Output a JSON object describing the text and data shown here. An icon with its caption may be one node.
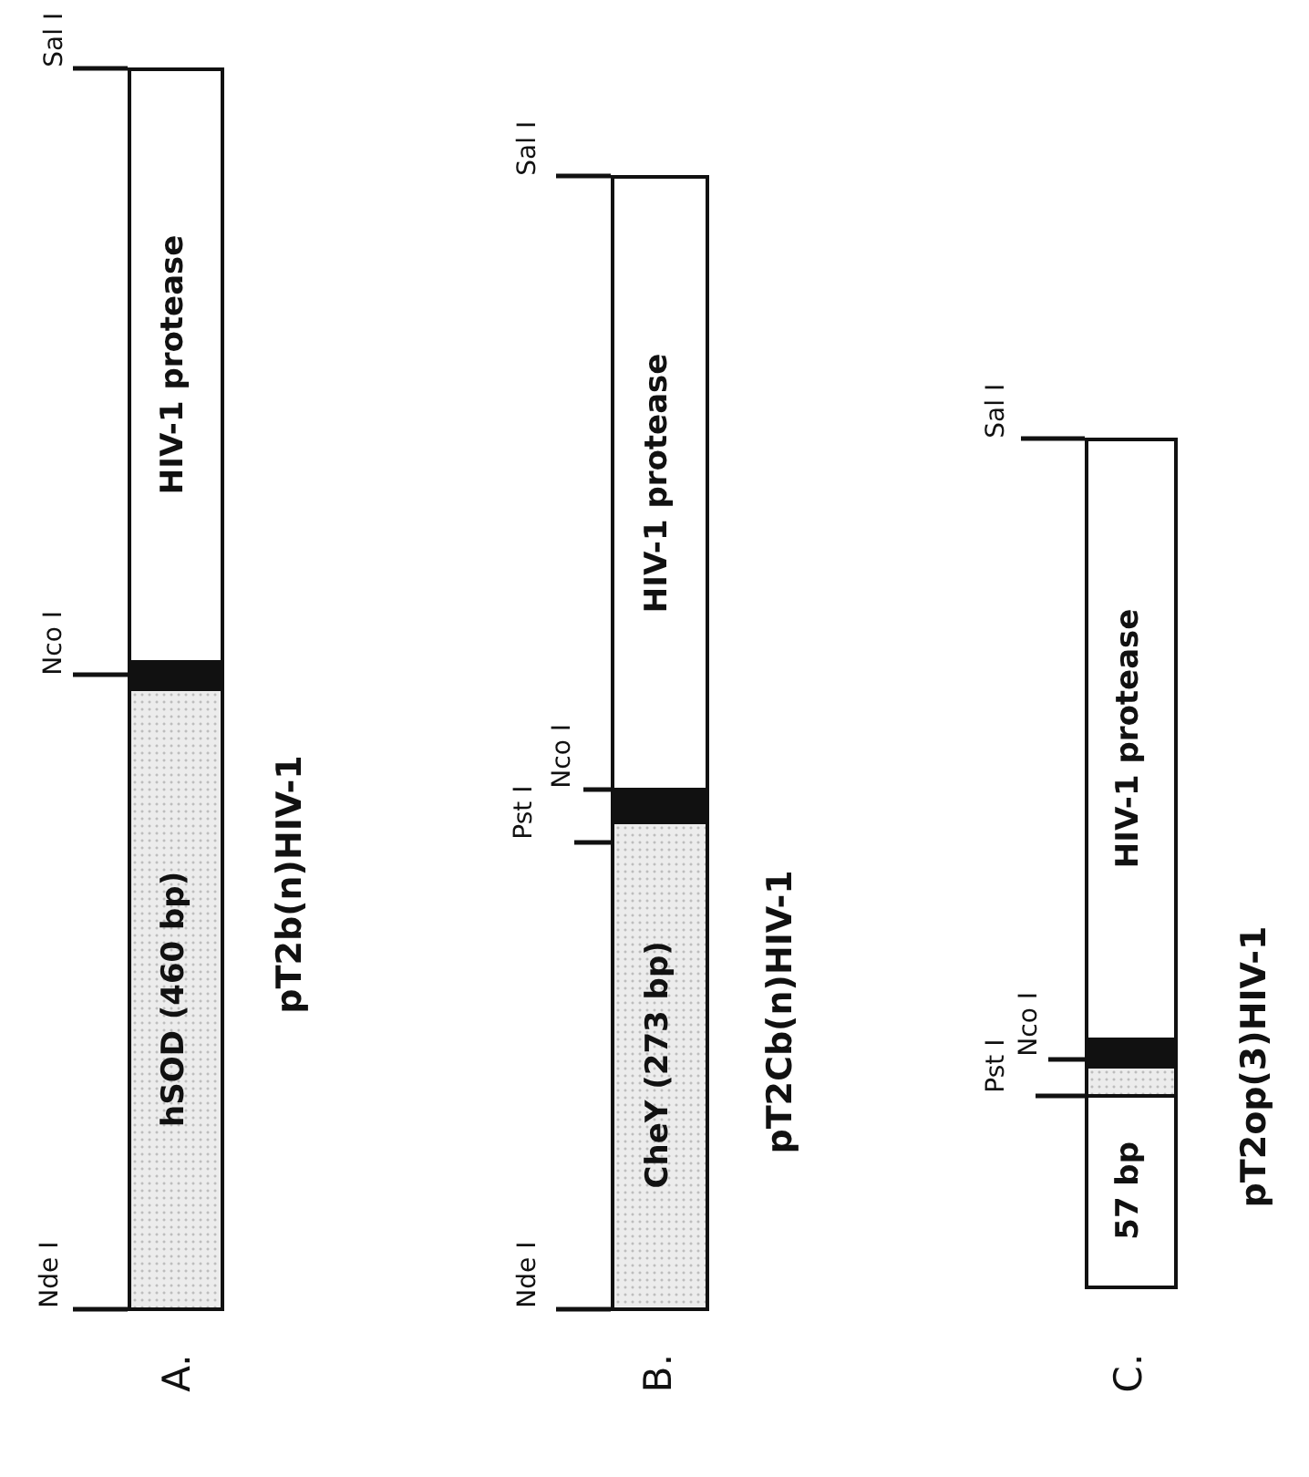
{
  "diagram": {
    "nodes": [
      {
        "text": [
          "Nde I"
        ]
      },
      {
        "text": [
          "Nco I"
        ]
      },
      {
        "text": [
          "Sal I"
        ]
      },
      {
        "text": [
          "hSOD (460 bp)"
        ]
      },
      {
        "text": [],
        "shape": "bar"
      },
      {
        "text": [
          "HIV-1 protease"
        ]
      },
      {
        "text": [
          "Nde I"
        ]
      },
      {
        "text": [
          "Pst I"
        ]
      },
      {
        "text": [
          "Nco I"
        ]
      },
      {
        "text": [
          "Sal I"
        ]
      },
      {
        "text": [
          "CheY (273 bp)"
        ]
      },
      {
        "text": [],
        "shape": "bar"
      },
      {
        "text": [
          "HIV-1 protease"
        ]
      },
      {
        "text": [
          "Pst I"
        ]
      },
      {
        "text": [
          "Nco I"
        ]
      },
      {
        "text": [
          "Sal I"
        ]
      },
      {
        "text": [
          "57 bp"
        ]
      },
      {
        "text": [],
        "shape": "box"
      },
      {
        "text": [],
        "shape": "bar"
      },
      {
        "text": [
          "HIV-1 protease"
        ]
      }
    ],
    "edges": [
      {
        "from": 0,
        "to": 3,
        "arrow": "none"
      },
      {
        "from": 1,
        "to": 4,
        "arrow": "none"
      },
      {
        "from": 2,
        "to": 5,
        "arrow": "none"
      },
      {
        "from": 6,
        "to": 10,
        "arrow": "none"
      },
      {
        "from": 7,
        "to": 10,
        "arrow": "none"
      },
      {
        "from": 8,
        "to": 11,
        "arrow": "none"
      },
      {
        "from": 9,
        "to": 12,
        "arrow": "none"
      },
      {
        "from": 13,
        "to": 16,
        "arrow": "none"
      },
      {
        "from": 14,
        "to": 18,
        "arrow": "none"
      },
      {
        "from": 15,
        "to": 19,
        "arrow": "none"
      }
    ],
    "labels": [
      "A.",
      "pT2b(n)HIV-1",
      "B.",
      "pT2Cb(n)HIV-1",
      "C.",
      "pT2op(3)HIV-1"
    ]
  }
}
